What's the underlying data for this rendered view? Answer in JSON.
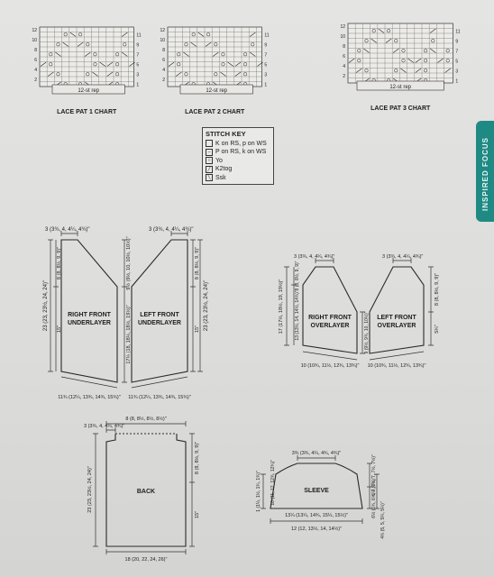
{
  "charts": [
    {
      "title": "LACE PAT 1 CHART",
      "rep": "12-st rep",
      "rows_left": [
        "12",
        "10",
        "8",
        "6",
        "4",
        "2"
      ],
      "rows_right": [
        "11",
        "9",
        "7",
        "5",
        "3",
        "1"
      ]
    },
    {
      "title": "LACE PAT 2 CHART",
      "rep": "12-st rep",
      "rows_left": [
        "12",
        "10",
        "8",
        "6",
        "4",
        "2"
      ],
      "rows_right": [
        "11",
        "9",
        "7",
        "5",
        "3",
        "1"
      ]
    },
    {
      "title": "LACE PAT 3 CHART",
      "rep": "12-st rep",
      "rows_left": [
        "12",
        "10",
        "8",
        "6",
        "4",
        "2"
      ],
      "rows_right": [
        "11",
        "9",
        "7",
        "5",
        "3",
        "1"
      ]
    }
  ],
  "stitch_key": {
    "title": "STITCH KEY",
    "items": [
      {
        "symbol": "box",
        "label": "K on RS, p on WS"
      },
      {
        "symbol": "dash",
        "label": "P on RS, k on WS"
      },
      {
        "symbol": "circle",
        "label": "Yo"
      },
      {
        "symbol": "slash",
        "label": "K2tog"
      },
      {
        "symbol": "backslash",
        "label": "Ssk"
      }
    ]
  },
  "side_tab": "INSPIRED FOCUS",
  "schematics": {
    "right_front_underlayer": {
      "name_1": "RIGHT FRONT",
      "name_2": "UNDERLAYER",
      "top": "3 (3¾, 4, 4¼, 4¾)\"",
      "left_total": "23 (23, 23½, 24, 24)\"",
      "left_upper": "8 (8, 8½, 9, 9)\"",
      "left_lower": "15\"",
      "right_upper": "9½ (9½, 10, 10½, 10½)\"",
      "right_lower": "17¼ (18, 18¼, 18½, 19½)\"",
      "bottom": "11¾ (12¼, 13¾, 14¾, 15¾)\""
    },
    "left_front_underlayer": {
      "name_1": "LEFT FRONT",
      "name_2": "UNDERLAYER",
      "top": "3 (3¾, 4, 4¼, 4¾)\"",
      "right_upper": "8 (8, 8½, 9, 9)\"",
      "right_lower": "15\"",
      "right_total": "23 (23, 23½, 24, 24)\"",
      "bottom": "11¾ (12¼, 13¾, 14¾, 15¾)\""
    },
    "right_front_overlayer": {
      "name_1": "RIGHT FRONT",
      "name_2": "OVERLAYER",
      "top": "3 (3¾, 4, 4¼, 4¾)\"",
      "left_total": "17 (17½, 18½, 19, 19½)\"",
      "left_upper": "8 (8, 8½, 9, 9)\"",
      "left_lower": "13 (13½, 14, 14½, 14¾)\"",
      "right_upper": "9 (9½, 9¾, 10, 10½)\"",
      "bottom": "10 (10¾, 11½, 12¾, 13¾)\""
    },
    "left_front_overlayer": {
      "name_1": "LEFT FRONT",
      "name_2": "OVERLAYER",
      "top": "3 (3¾, 4, 4¼, 4¾)\"",
      "right_upper": "8 (8, 8½, 9, 9)\"",
      "right_lower": "5¼\"",
      "bottom": "10 (10¾, 11½, 12¾, 13¾)\""
    },
    "back": {
      "name": "BACK",
      "top_total": "8 (8, 8½, 8½, 8½)\"",
      "top_shoulder": "3 (3¾, 4, 4¼, 4¾)\"",
      "left_total": "23 (23, 23½, 24, 24)\"",
      "right_upper": "8 (8, 8½, 9, 9)\"",
      "right_lower": "15\"",
      "bottom": "18 (20, 22, 24, 26)\""
    },
    "sleeve": {
      "name": "SLEEVE",
      "top": "3¾ (3¾, 4¼, 4¾, 4¾)\"",
      "top_outer": "10 (11, 12, 12¾, 12¾)\"",
      "left": "1 (1¼, 1½, 1¾, 1¾)\"",
      "right_upper": "6½ (6¾, 7, 7½, 7½)\"",
      "right_mid": "6½ (6¾, 6¾, 7, 7½)\"",
      "right_lower": "4¾ (5, 5, 5¼, 5¼)\"",
      "bottom_inner": "13¼ (13¼, 14¾, 15¼, 15½)\"",
      "bottom": "12 (12, 13½, 14, 14½)\""
    }
  }
}
